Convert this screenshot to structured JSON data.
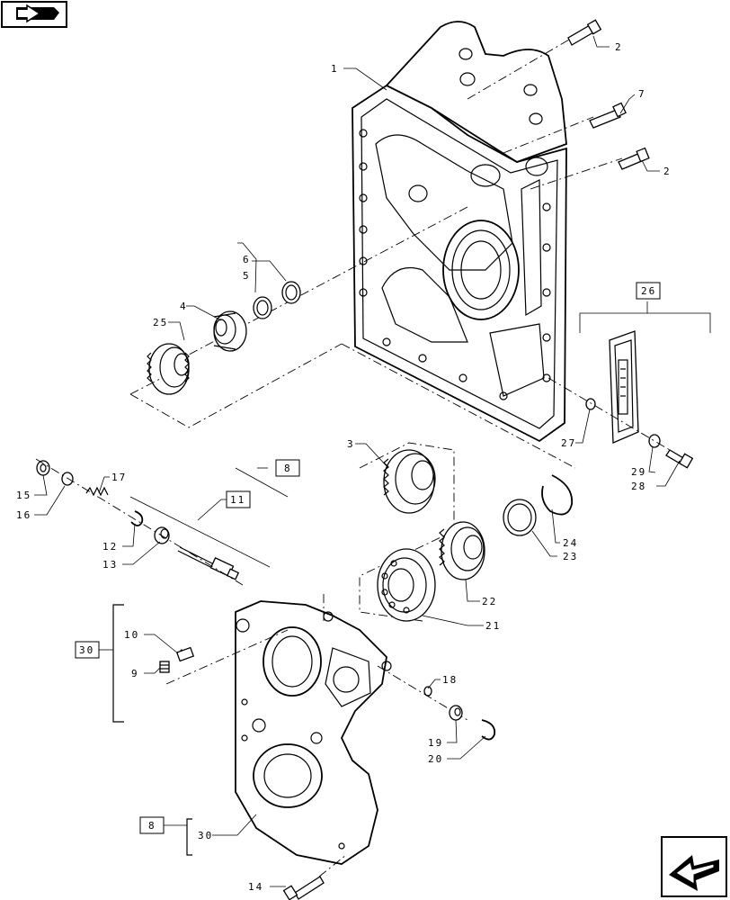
{
  "nav": {
    "prev_icon": "book-arrow-icon",
    "next_icon": "next-page-arrow-icon"
  },
  "callouts": {
    "c1": "1",
    "c2a": "2",
    "c2b": "2",
    "c3": "3",
    "c4": "4",
    "c5": "5",
    "c6": "6",
    "c7": "7",
    "c8a": "8",
    "c8b": "8",
    "c9": "9",
    "c10": "10",
    "c11": "11",
    "c12": "12",
    "c13": "13",
    "c14": "14",
    "c15": "15",
    "c16": "16",
    "c17": "17",
    "c18": "18",
    "c19": "19",
    "c20": "20",
    "c21": "21",
    "c22": "22",
    "c23": "23",
    "c24": "24",
    "c25": "25",
    "c26": "26",
    "c27": "27",
    "c28": "28",
    "c29": "29",
    "c30a": "30",
    "c30b": "30"
  }
}
